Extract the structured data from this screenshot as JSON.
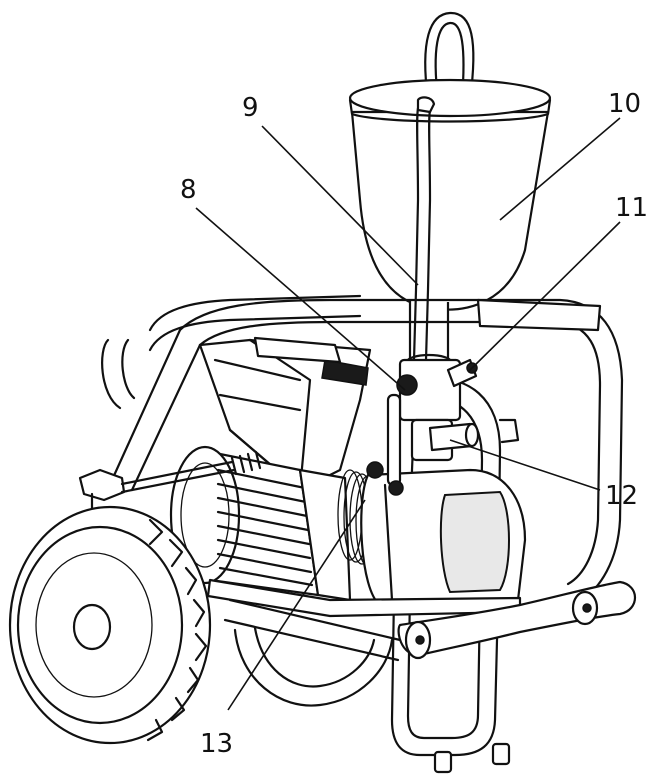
{
  "callouts": [
    {
      "id": "callout-8",
      "label": "8"
    },
    {
      "id": "callout-9",
      "label": "9"
    },
    {
      "id": "callout-10",
      "label": "10"
    },
    {
      "id": "callout-11",
      "label": "11"
    },
    {
      "id": "callout-12",
      "label": "12"
    },
    {
      "id": "callout-13",
      "label": "13"
    }
  ]
}
